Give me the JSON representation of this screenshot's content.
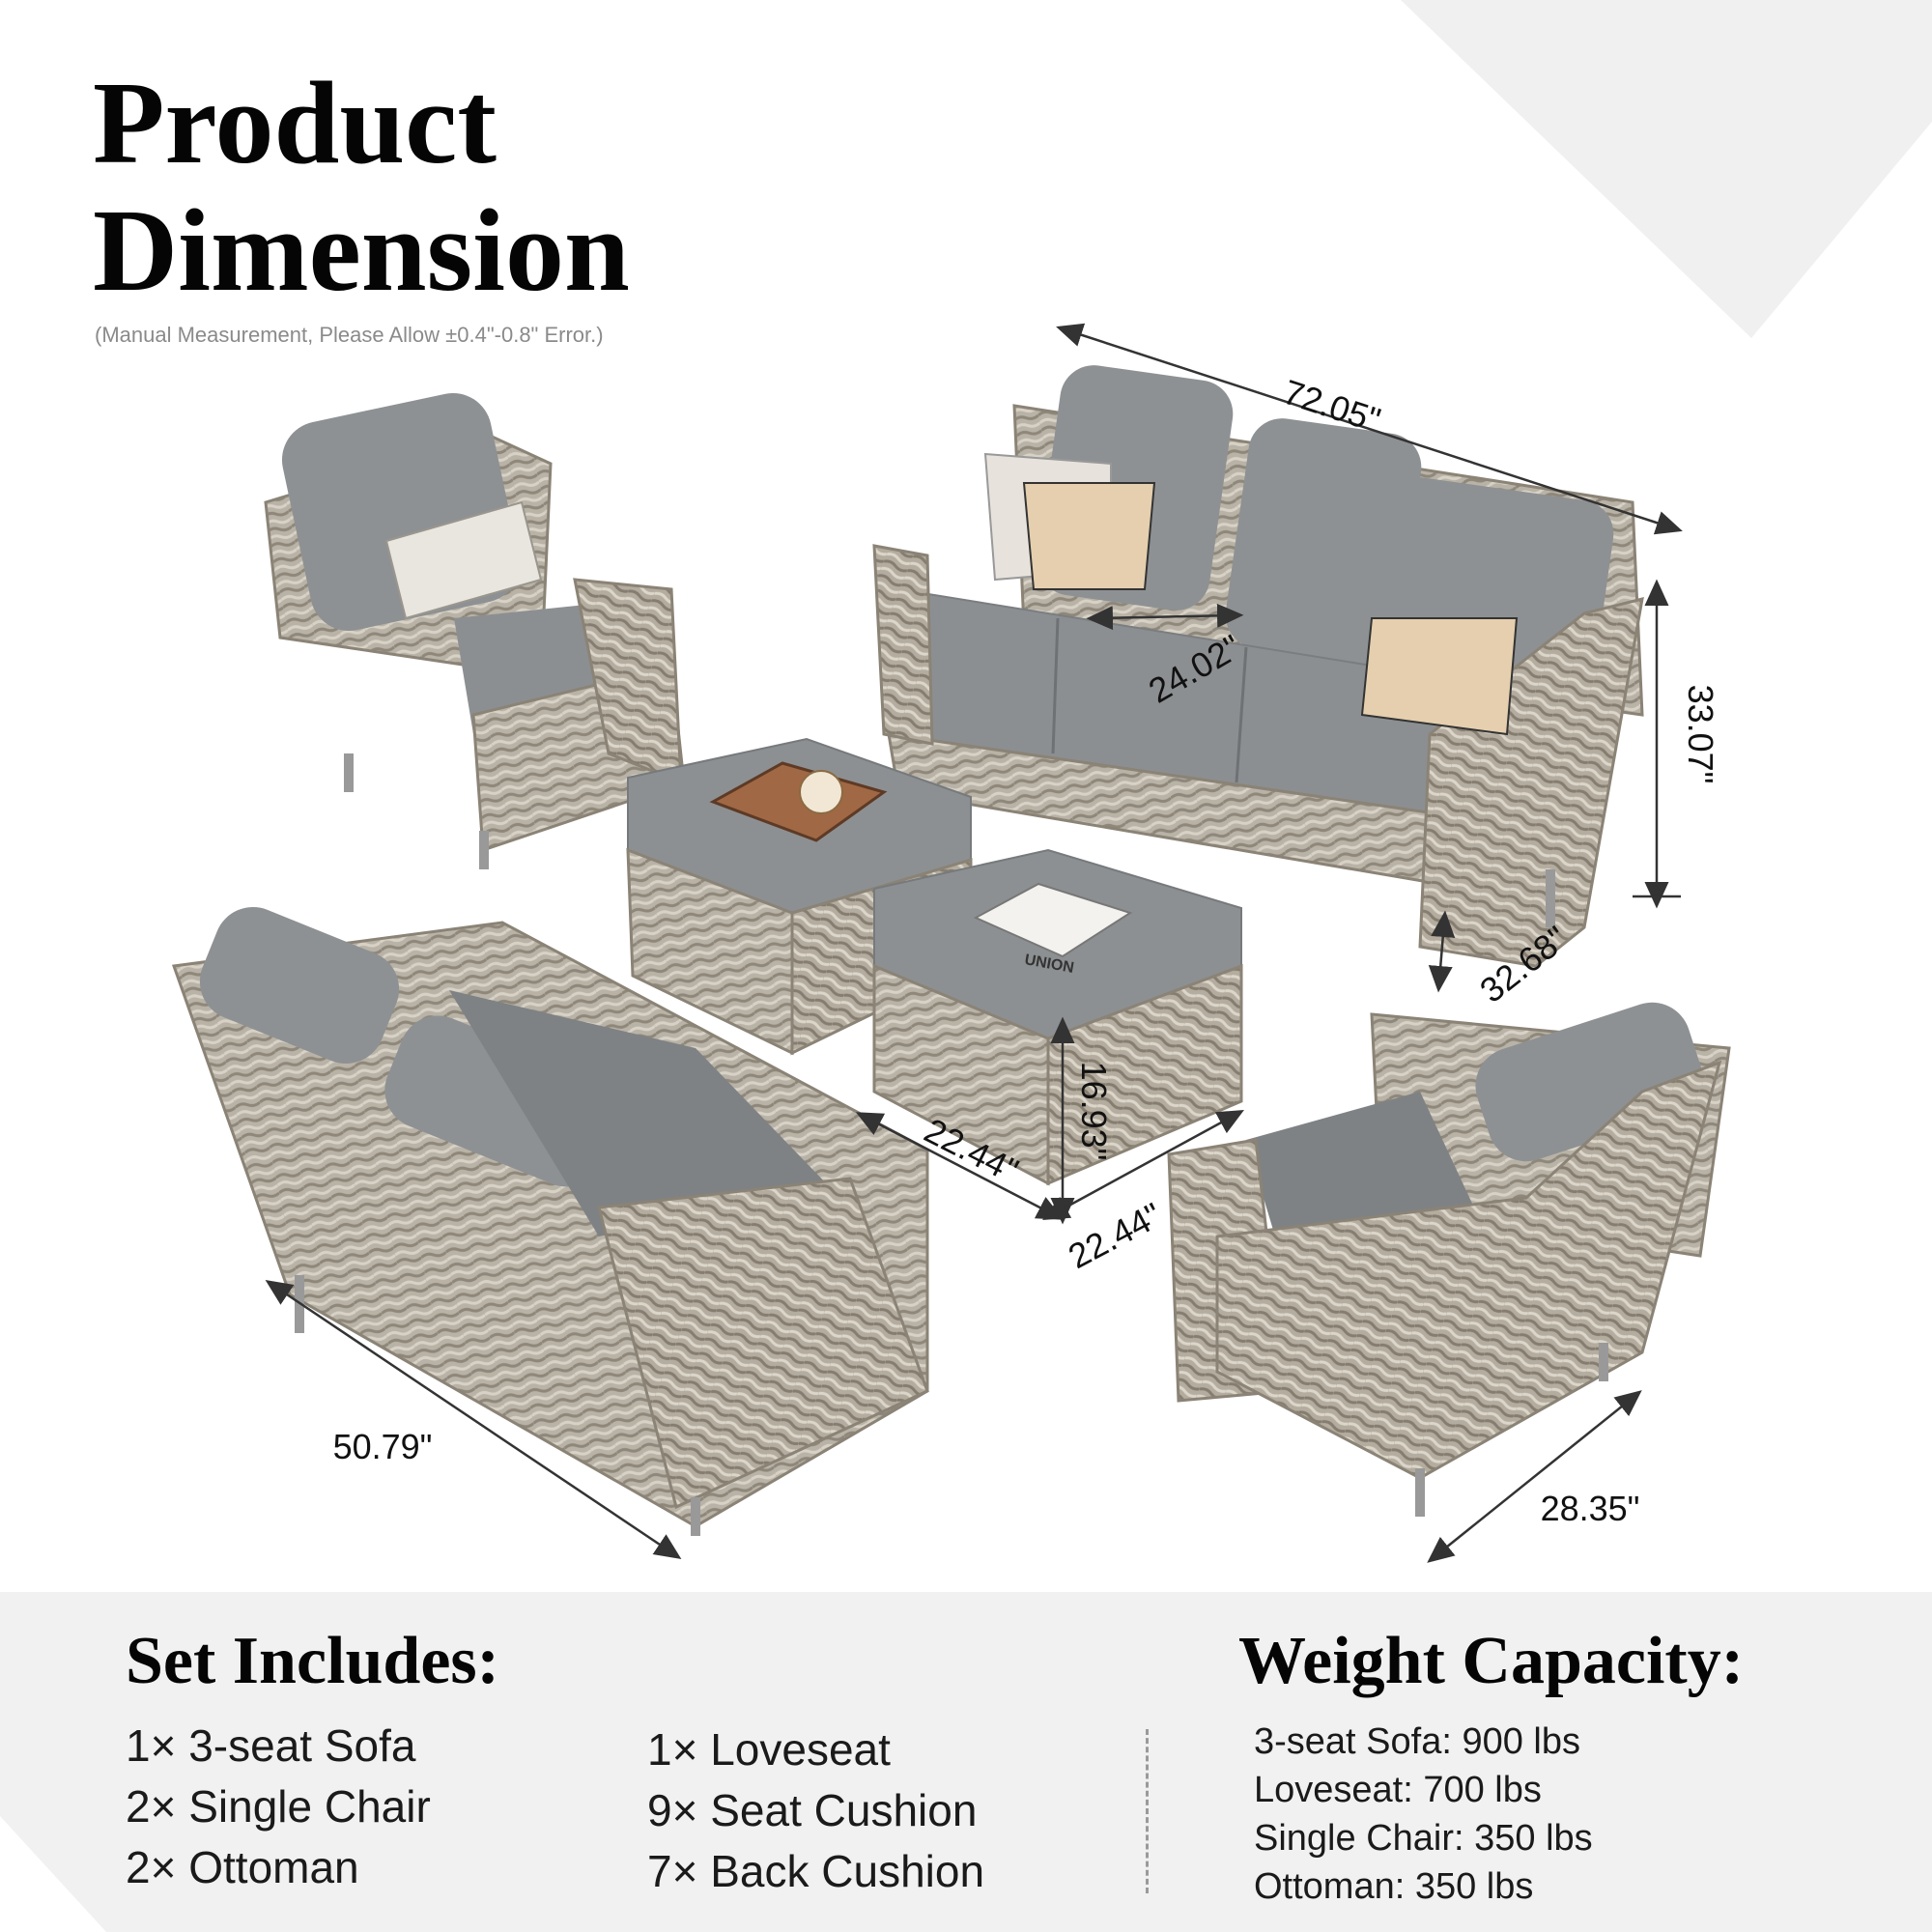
{
  "page": {
    "title_line1": "Product",
    "title_line2": "Dimension",
    "subtitle": "(Manual Measurement, Please Allow ±0.4\"-0.8\" Error.)"
  },
  "dimensions": {
    "sofa_length": "72.05\"",
    "sofa_height": "33.07\"",
    "sofa_depth": "32.68\"",
    "seat_width": "24.02\"",
    "ottoman_width": "22.44\"",
    "ottoman_depth": "22.44\"",
    "ottoman_height": "16.93\"",
    "loveseat_length": "50.79\"",
    "chair_depth": "28.35\""
  },
  "props": {
    "book_text": "UNION"
  },
  "set_includes": {
    "heading": "Set Includes:",
    "left_items": [
      "1× 3-seat Sofa",
      "2× Single Chair",
      "2× Ottoman"
    ],
    "right_items": [
      "1× Loveseat",
      "9× Seat Cushion",
      "7× Back Cushion"
    ]
  },
  "weight_capacity": {
    "heading": "Weight Capacity:",
    "items": [
      "3-seat Sofa: 900 lbs",
      "Loveseat: 700 lbs",
      "Single Chair: 350 lbs",
      "Ottoman: 350 lbs"
    ]
  },
  "colors": {
    "wicker": "#b8b2a6",
    "cushion": "#8c8f91",
    "background": "#ffffff",
    "panel": "#f1f1f1"
  }
}
